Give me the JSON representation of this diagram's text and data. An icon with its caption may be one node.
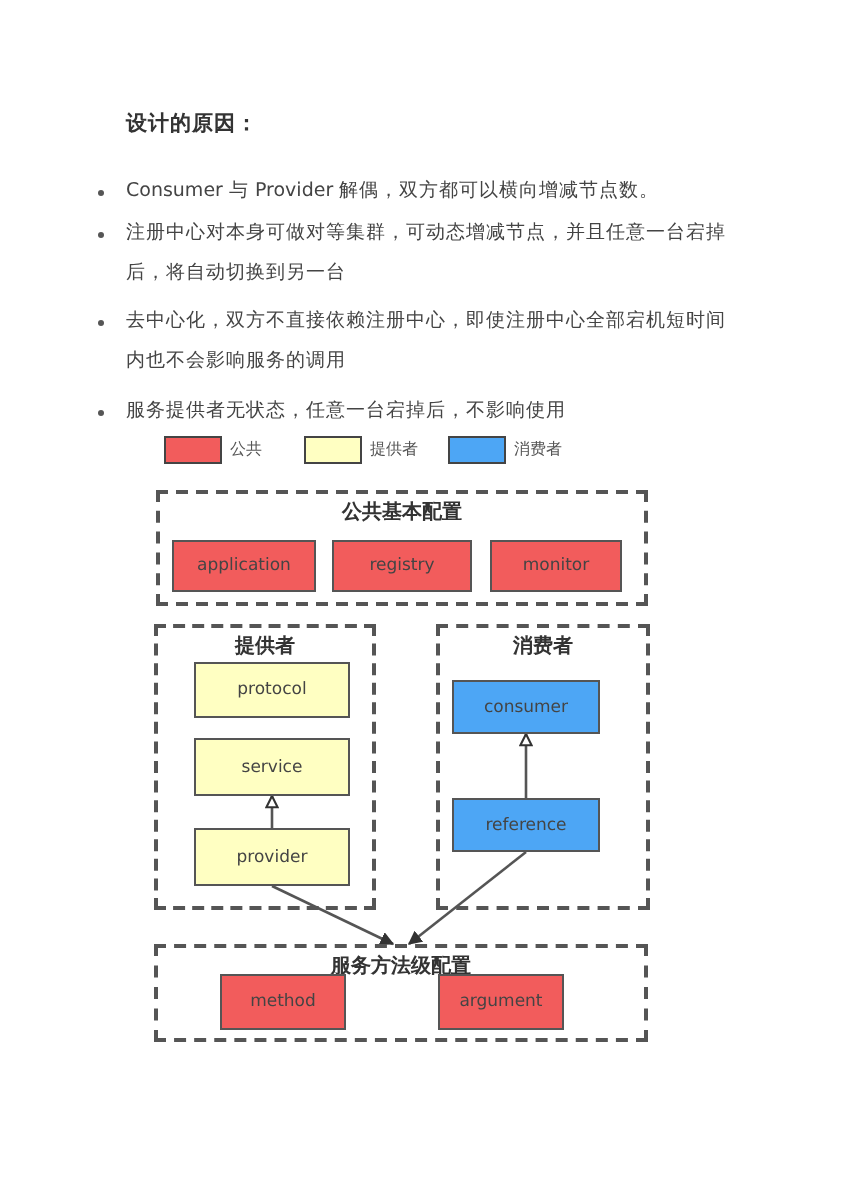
{
  "diagram": {
    "title": "设计的原因：",
    "nodes": [
      {
        "text": [
          "公共基本配置"
        ]
      },
      {
        "text": [
          "application"
        ],
        "in": 0
      },
      {
        "text": [
          "registry"
        ],
        "in": 0
      },
      {
        "text": [
          "monitor"
        ],
        "in": 0
      },
      {
        "text": [
          "提供者"
        ]
      },
      {
        "text": [
          "protocol"
        ],
        "in": 4
      },
      {
        "text": [
          "service"
        ],
        "in": 4
      },
      {
        "text": [
          "provider"
        ],
        "in": 4
      },
      {
        "text": [
          "消费者"
        ]
      },
      {
        "text": [
          "consumer"
        ],
        "in": 8
      },
      {
        "text": [
          "reference"
        ],
        "in": 8
      },
      {
        "text": [
          "服务方法级配置"
        ]
      },
      {
        "text": [
          "method"
        ],
        "in": 11
      },
      {
        "text": [
          "argument"
        ],
        "in": 11
      }
    ],
    "edges": [
      {
        "from": 7,
        "to": 6,
        "arrow": "to"
      },
      {
        "from": 10,
        "to": 9,
        "arrow": "to"
      },
      {
        "from": 7,
        "to": 11,
        "arrow": "to"
      },
      {
        "from": 10,
        "to": 11,
        "arrow": "to"
      }
    ],
    "labels": [
      "Consumer 与 Provider 解偶，双方都可以横向增减节点数。",
      "注册中心对本身可做对等集群，可动态增减节点，并且任意一台宕掉后，将自动切换到另一台",
      "去中心化，双方不直接依赖注册中心，即使注册中心全部宕机短时间内也不会影响服务的调用",
      "服务提供者无状态，任意一台宕掉后，不影响使用"
    ],
    "legend": [
      {
        "text": "公共",
        "color": "#f25c5c"
      },
      {
        "text": "提供者",
        "color": "#ffffc2"
      },
      {
        "text": "消费者",
        "color": "#4da6f5"
      }
    ]
  }
}
